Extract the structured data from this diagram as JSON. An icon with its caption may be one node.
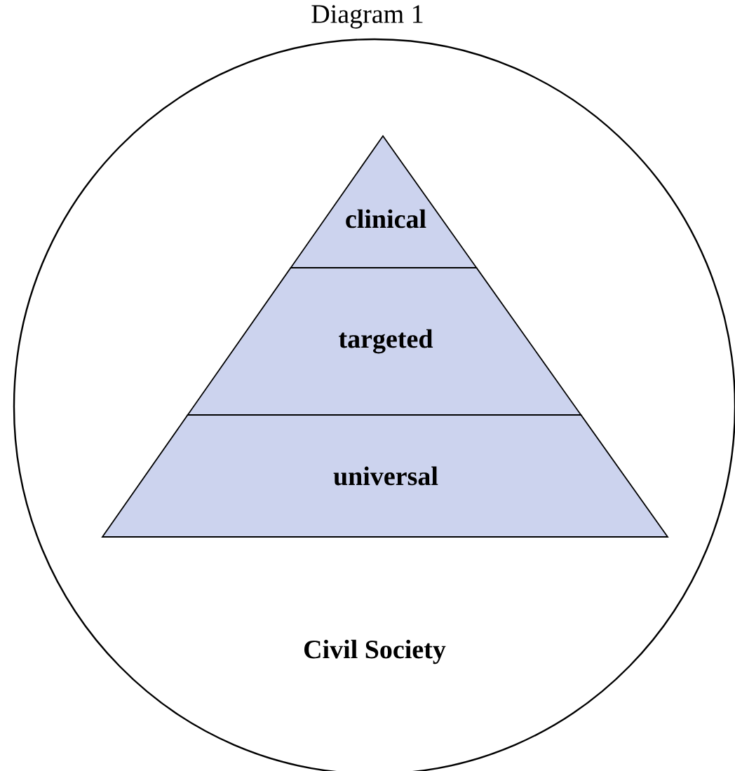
{
  "diagram": {
    "title": "Diagram 1",
    "nodes": [
      {
        "text": [
          "Civil Society"
        ]
      },
      {
        "text": [
          "clinical"
        ],
        "in": 0
      },
      {
        "text": [
          "targeted"
        ],
        "in": 0
      },
      {
        "text": [
          "universal"
        ],
        "in": 0
      }
    ]
  }
}
